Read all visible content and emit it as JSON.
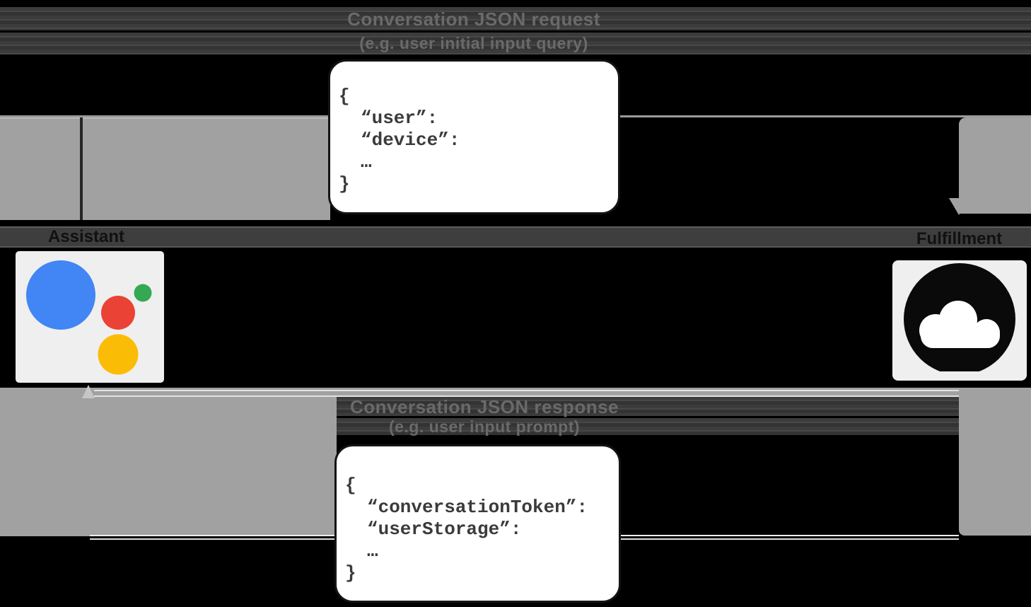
{
  "request": {
    "title_line1": "Conversation JSON request",
    "title_line2": "(e.g. user initial input query)",
    "code": {
      "open_brace": "{",
      "field1": "“user”:",
      "field2": "“device”:",
      "ellipsis": "…",
      "close_brace": "}"
    }
  },
  "response": {
    "title_line1": "Conversation JSON response",
    "title_line2": "(e.g. user input prompt)",
    "code": {
      "open_brace": "{",
      "field1": "“conversationToken”:",
      "field2": "“userStorage”:",
      "ellipsis": "…",
      "close_brace": "}"
    }
  },
  "actors": {
    "assistant": {
      "label": "Assistant"
    },
    "fulfillment": {
      "label": "Fulfillment"
    }
  },
  "colors": {
    "google_blue": "#4285F4",
    "google_red": "#EA4335",
    "google_green": "#34A853",
    "google_yellow": "#FBBC05",
    "cloud_glyph": "#0a0a0a",
    "arrow_gray": "#a1a1a1",
    "card_bg": "#efefef"
  }
}
